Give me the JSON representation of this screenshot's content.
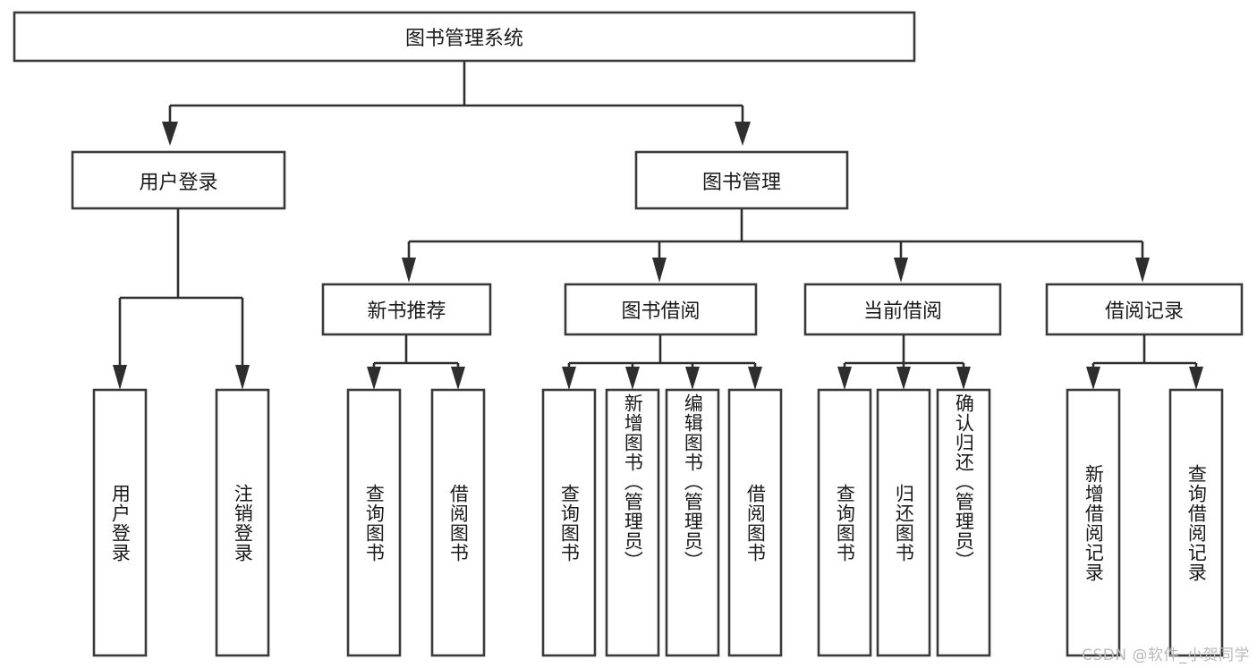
{
  "diagram": {
    "title": "图书管理系统",
    "watermark": "CSDN @软件_小贺同学",
    "type": "tree-hierarchy",
    "colors": {
      "box_stroke": "#3a3a3a",
      "box_fill": "#ffffff",
      "connector": "#2e2e2e",
      "text": "#1a1a1a",
      "watermark": "#b9b9b9",
      "background": "#ffffff"
    },
    "root": {
      "label": "图书管理系统",
      "orientation": "horizontal"
    },
    "level2": [
      {
        "id": "user-login",
        "label": "用户登录",
        "orientation": "horizontal"
      },
      {
        "id": "book-manage",
        "label": "图书管理",
        "orientation": "horizontal"
      }
    ],
    "level3": [
      {
        "id": "new-book-recommend",
        "label": "新书推荐",
        "orientation": "horizontal",
        "parent": "book-manage"
      },
      {
        "id": "book-borrow",
        "label": "图书借阅",
        "orientation": "horizontal",
        "parent": "book-manage"
      },
      {
        "id": "current-borrow",
        "label": "当前借阅",
        "orientation": "horizontal",
        "parent": "book-manage"
      },
      {
        "id": "borrow-record",
        "label": "借阅记录",
        "orientation": "horizontal",
        "parent": "book-manage"
      }
    ],
    "leaves": [
      {
        "id": "leaf-user-login",
        "label": "用户登录",
        "parent": "user-login",
        "orientation": "vertical"
      },
      {
        "id": "leaf-logout-login",
        "label": "注销登录",
        "parent": "user-login",
        "orientation": "vertical"
      },
      {
        "id": "leaf-query-book-1",
        "label": "查询图书",
        "parent": "new-book-recommend",
        "orientation": "vertical"
      },
      {
        "id": "leaf-borrow-book-1",
        "label": "借阅图书",
        "parent": "new-book-recommend",
        "orientation": "vertical"
      },
      {
        "id": "leaf-query-book-2",
        "label": "查询图书",
        "parent": "book-borrow",
        "orientation": "vertical"
      },
      {
        "id": "leaf-add-book-admin",
        "label": "新增图书（管理员）",
        "parent": "book-borrow",
        "orientation": "vertical"
      },
      {
        "id": "leaf-edit-book-admin",
        "label": "编辑图书（管理员）",
        "parent": "book-borrow",
        "orientation": "vertical"
      },
      {
        "id": "leaf-borrow-book-2",
        "label": "借阅图书",
        "parent": "book-borrow",
        "orientation": "vertical"
      },
      {
        "id": "leaf-query-book-3",
        "label": "查询图书",
        "parent": "current-borrow",
        "orientation": "vertical"
      },
      {
        "id": "leaf-return-book",
        "label": "归还图书",
        "parent": "current-borrow",
        "orientation": "vertical"
      },
      {
        "id": "leaf-confirm-return-admin",
        "label": "确认归还（管理员）",
        "parent": "current-borrow",
        "orientation": "vertical"
      },
      {
        "id": "leaf-add-borrow-record",
        "label": "新增借阅记录",
        "parent": "borrow-record",
        "orientation": "vertical"
      },
      {
        "id": "leaf-query-borrow-record",
        "label": "查询借阅记录",
        "parent": "borrow-record",
        "orientation": "vertical"
      }
    ]
  }
}
